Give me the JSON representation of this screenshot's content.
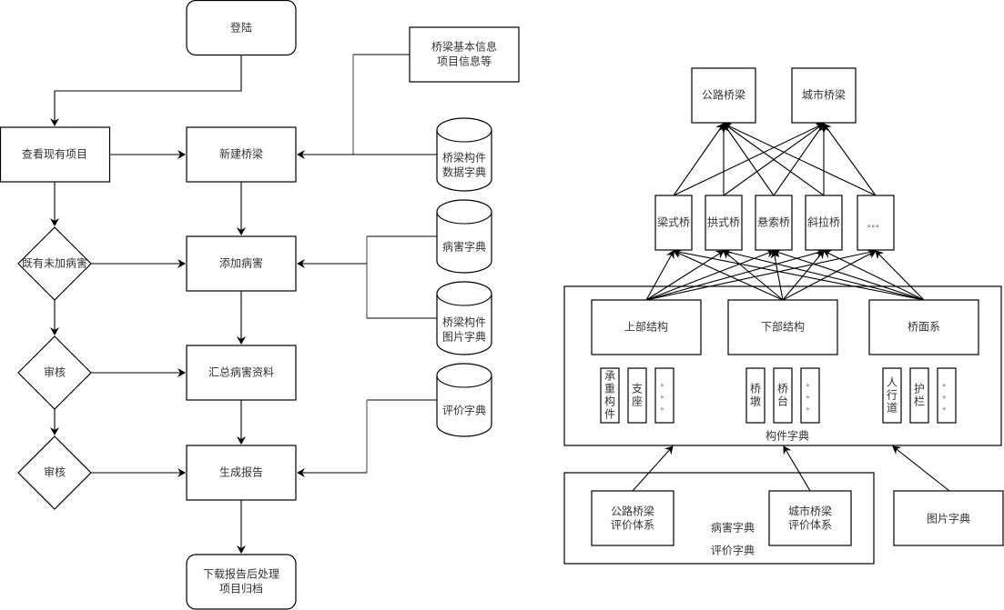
{
  "flowchart": {
    "login": "登陆",
    "view_projects": "查看现有项目",
    "new_bridge": "新建桥梁",
    "decision_existing_disease": "既有未加病害",
    "add_disease": "添加病害",
    "review_1": "审核",
    "summarize_disease": "汇总病害资料",
    "review_2": "审核",
    "generate_report": "生成报告",
    "download_archive": [
      "下载报告后处理",
      "项目归档"
    ],
    "bridge_info": [
      "桥梁基本信息",
      "项目信息等"
    ],
    "db_component_data": [
      "桥梁构件",
      "数据字典"
    ],
    "db_disease": "病害字典",
    "db_component_image": [
      "桥梁构件",
      "图片字典"
    ],
    "db_evaluation": "评价字典"
  },
  "hierarchy": {
    "top": [
      "公路桥梁",
      "城市桥梁"
    ],
    "bridge_types": [
      "梁式桥",
      "拱式桥",
      "悬索桥",
      "斜拉桥",
      "。。。"
    ],
    "structures": [
      "上部结构",
      "下部结构",
      "桥面系"
    ],
    "components": [
      [
        "承重构件",
        "支座",
        "。。。"
      ],
      [
        "桥墩",
        "桥台",
        "。。。"
      ],
      [
        "人行道",
        "护栏",
        "。。。"
      ]
    ],
    "component_dict_label": "构件字典",
    "eval_systems": [
      [
        "公路桥梁",
        "评价体系"
      ],
      [
        "城市桥梁",
        "评价体系"
      ]
    ],
    "disease_dict_label": "病害字典",
    "eval_dict_label": "评价字典",
    "image_dict_label": "图片字典"
  }
}
